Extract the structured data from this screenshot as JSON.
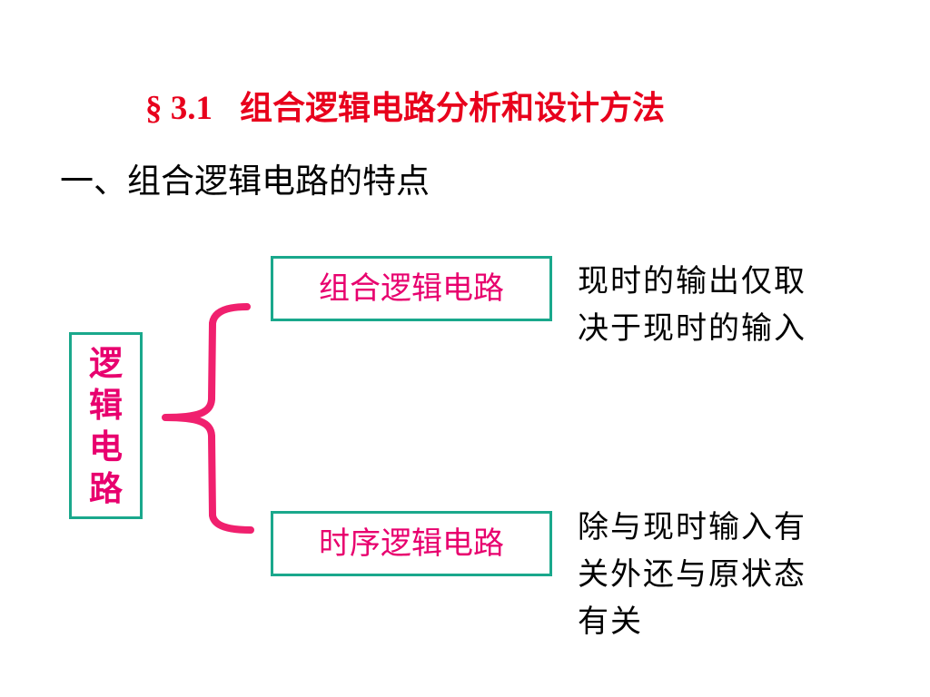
{
  "slide": {
    "title_section": "§ 3.1",
    "title_text": "组合逻辑电路分析和设计方法",
    "subtitle": "一、组合逻辑电路的特点",
    "root_box": {
      "chars": [
        "逻",
        "辑",
        "电",
        "路"
      ]
    },
    "branches": [
      {
        "label": "组合逻辑电路",
        "description_lines": [
          "现时的输出仅取",
          "决于现时的输入"
        ]
      },
      {
        "label": "时序逻辑电路",
        "description_lines": [
          "除与现时输入有",
          "关外还与原状态",
          "有关"
        ]
      }
    ]
  },
  "colors": {
    "title": "#e8001c",
    "box_text": "#e8006e",
    "box_border": "#1aa88c",
    "brace": "#f0206e",
    "body_text": "#000000"
  },
  "icons": {
    "brace": "curly-brace-connector"
  }
}
